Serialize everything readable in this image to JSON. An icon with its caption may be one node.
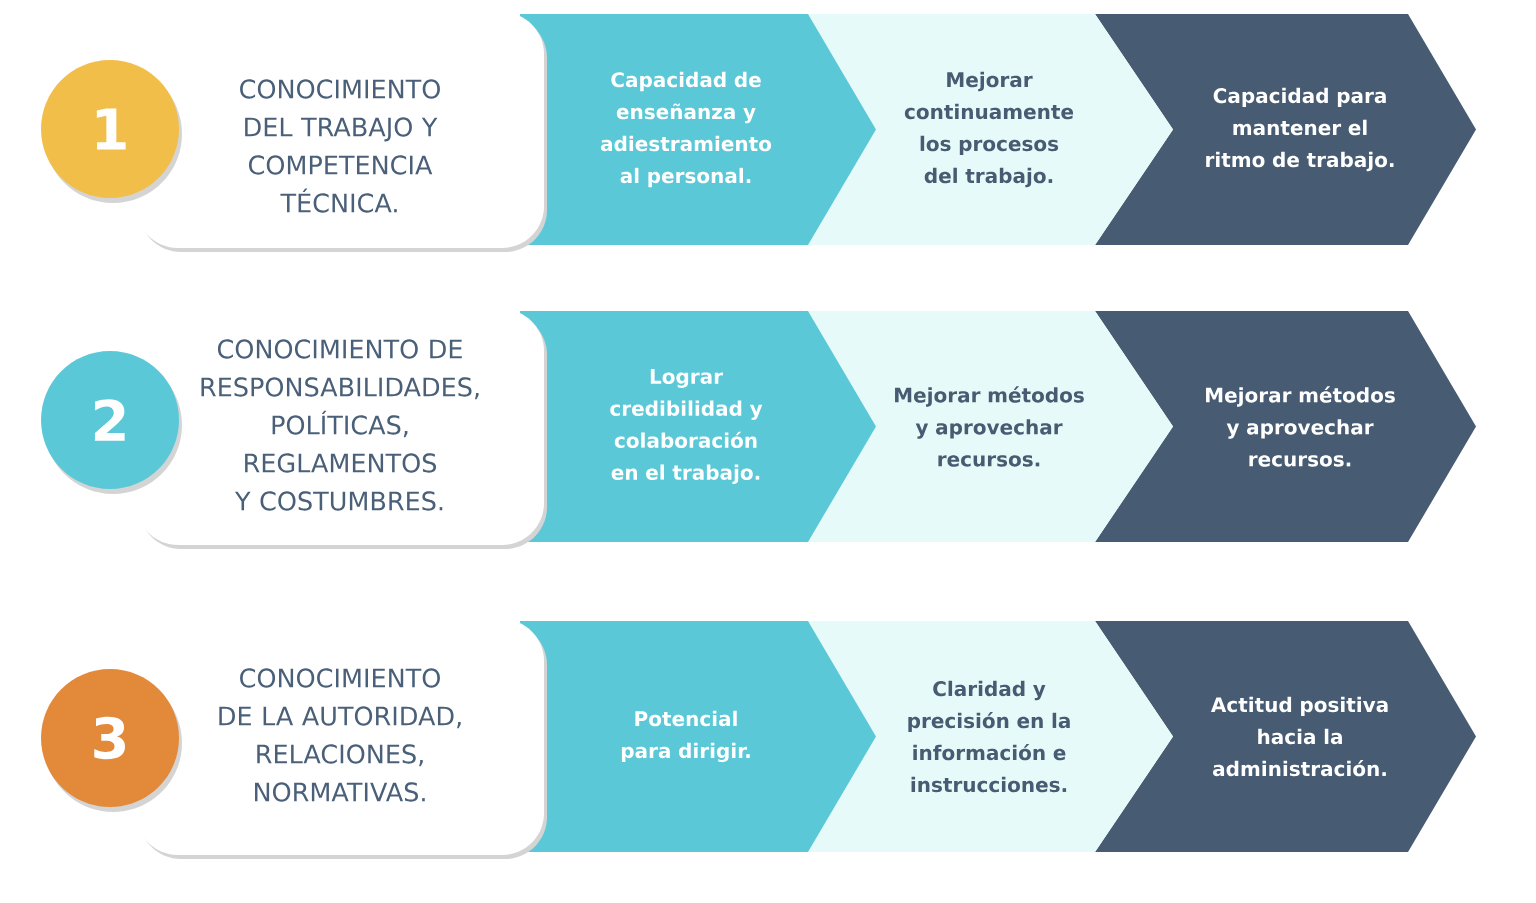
{
  "diagram": {
    "nodes": [
      {
        "text": [
          "1"
        ]
      },
      {
        "text": [
          "CONOCIMIENTO DEL TRABAJO Y COMPETENCIA TÉCNICA."
        ]
      },
      {
        "text": [
          "Capacidad de enseñanza y adiestramiento al personal."
        ]
      },
      {
        "text": [
          "Mejorar continuamente los procesos del trabajo."
        ]
      },
      {
        "text": [
          "Capacidad para mantener el ritmo de trabajo."
        ]
      },
      {
        "text": [
          "2"
        ]
      },
      {
        "text": [
          "CONOCIMIENTO DE RESPONSABILIDADES, POLÍTICAS, REGLAMENTOS Y COSTUMBRES."
        ]
      },
      {
        "text": [
          "Lograr credibilidad y colaboración en el trabajo."
        ]
      },
      {
        "text": [
          "Mejorar métodos y aprovechar recursos."
        ]
      },
      {
        "text": [
          "Mejorar métodos y aprovechar recursos."
        ]
      },
      {
        "text": [
          "3"
        ]
      },
      {
        "text": [
          "CONOCIMIENTO DE LA AUTORIDAD, RELACIONES, NORMATIVAS."
        ]
      },
      {
        "text": [
          "Potencial para dirigir."
        ]
      },
      {
        "text": [
          "Claridad y precisión en la información e instrucciones."
        ]
      },
      {
        "text": [
          "Actitud positiva hacia la administración."
        ]
      }
    ]
  }
}
